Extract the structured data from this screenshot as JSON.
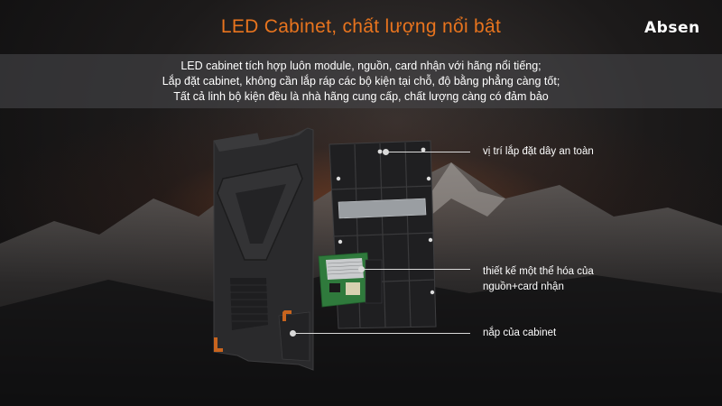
{
  "header": {
    "title": "LED Cabinet, chất lượng nổi bật",
    "logo_text": "Absen"
  },
  "banner": {
    "lines": [
      "LED cabinet tích hợp luôn module, nguồn, card nhận với hãng nổi tiếng;",
      "Lắp đặt cabinet, không cần lắp ráp các bộ kiện tại chỗ, độ bằng phẳng càng tốt;",
      "Tất cả linh bộ kiện đều là nhà hãng cung cấp, chất lượng càng có đảm bảo"
    ]
  },
  "callouts": [
    {
      "lines": [
        "vị trí lắp đặt dây an toàn"
      ]
    },
    {
      "lines": [
        "thiết kế một thể hóa của",
        "nguồn+card nhận"
      ]
    },
    {
      "lines": [
        "nắp của cabinet"
      ]
    }
  ],
  "colors": {
    "title": "#e8741e",
    "banner_bg": "#464648",
    "callout_line": "#d9d9d9"
  }
}
